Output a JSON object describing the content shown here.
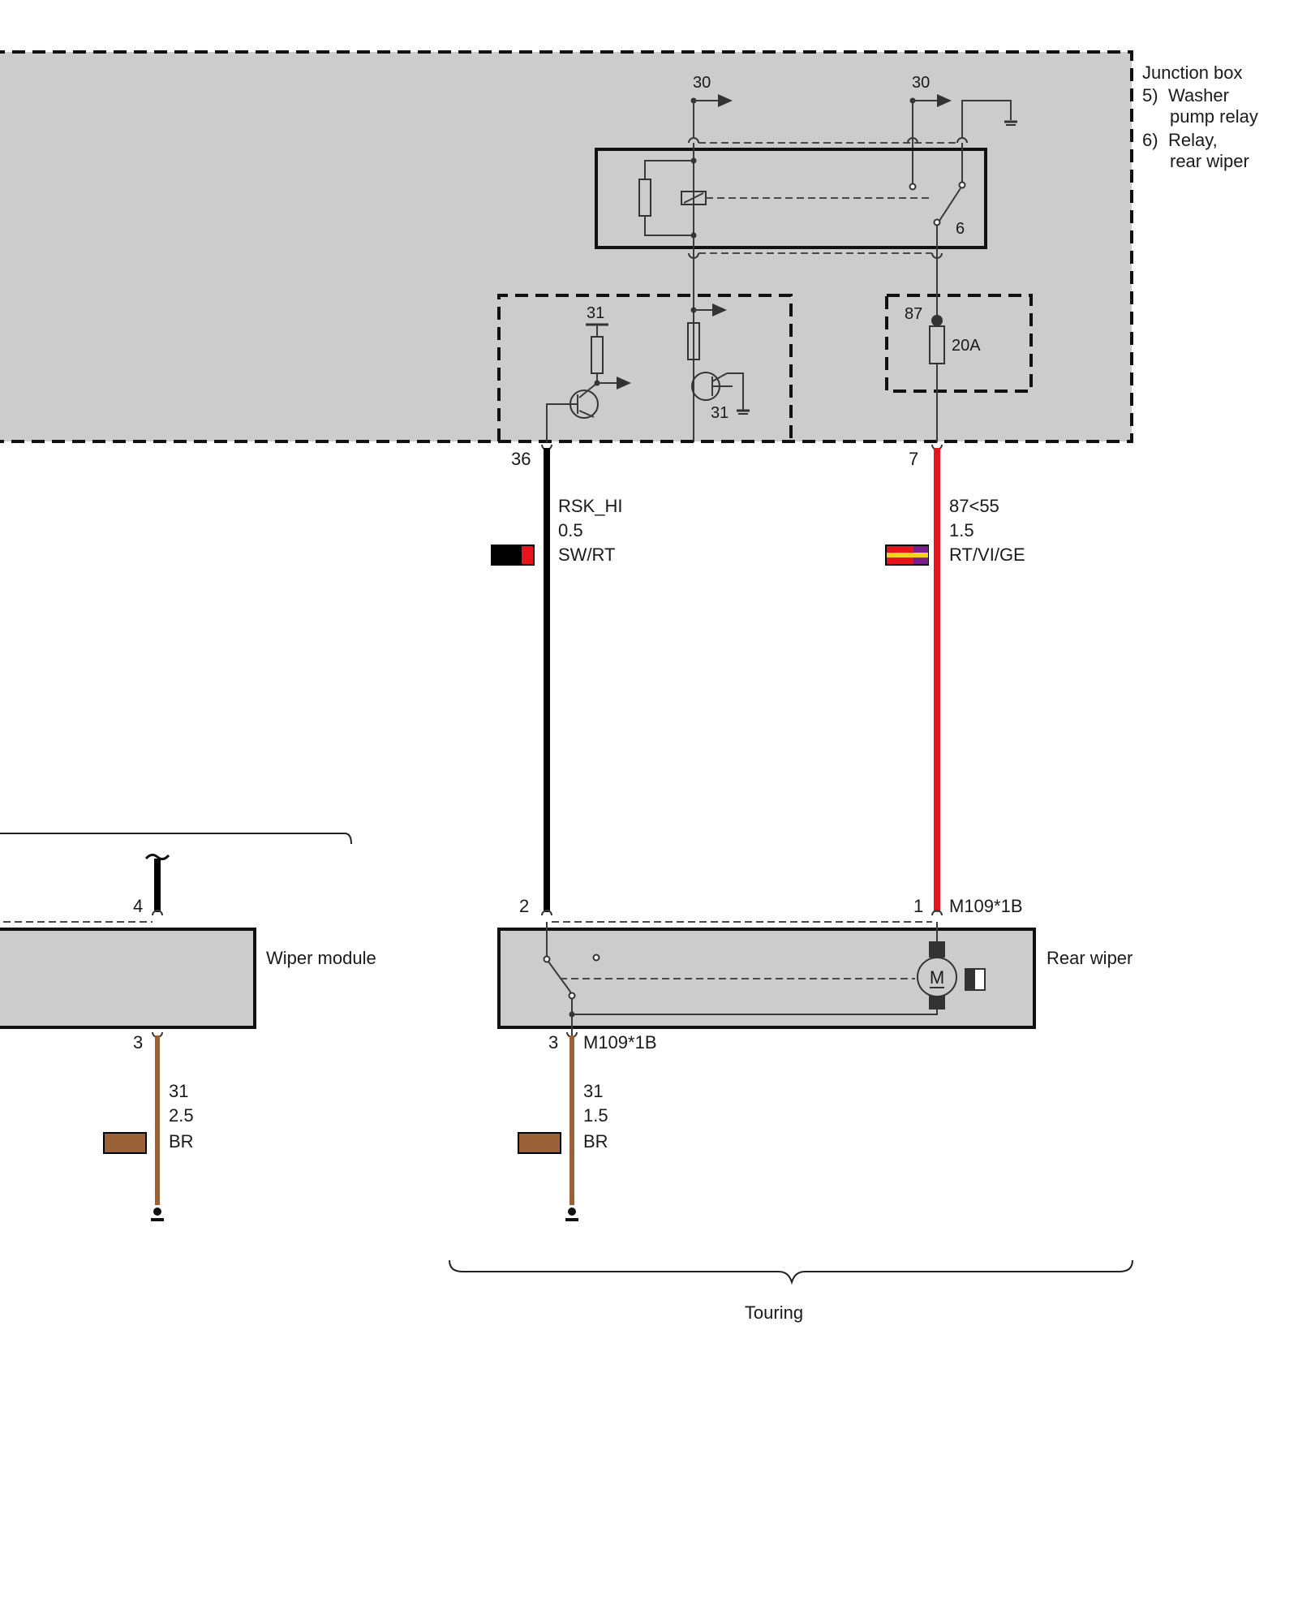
{
  "junction_box": {
    "title": "Junction box",
    "item5_num": "5)",
    "item5_line1": "Washer",
    "item5_line2": "pump relay",
    "item6_num": "6)",
    "item6_line1": "Relay,",
    "item6_line2": "rear wiper",
    "terminal_30_left": "30",
    "terminal_30_right": "30",
    "relay_pin": "6",
    "transistor_31_top": "31",
    "transistor_31_bottom": "31",
    "fuse_pin": "87",
    "fuse_rating": "20A"
  },
  "wires": {
    "rsk": {
      "pin_top": "36",
      "name": "RSK_HI",
      "gauge": "0.5",
      "color_code": "SW/RT",
      "pin_bottom": "2",
      "colors": [
        "#000000",
        "#e8141c"
      ]
    },
    "supply": {
      "pin_top": "7",
      "name": "87<55",
      "gauge": "1.5",
      "color_code": "RT/VI/GE",
      "pin_bottom": "1",
      "connector": "M109*1B",
      "colors": [
        "#e8141c",
        "#7a1f8c",
        "#f5d21e"
      ]
    },
    "wiper_ground": {
      "pin": "3",
      "name": "31",
      "gauge": "2.5",
      "color_code": "BR",
      "color": "#9a6236"
    },
    "rear_ground": {
      "pin": "3",
      "connector": "M109*1B",
      "name": "31",
      "gauge": "1.5",
      "color_code": "BR",
      "color": "#9a6236"
    }
  },
  "wiper_module": {
    "label": "Wiper module",
    "pin_top": "4"
  },
  "rear_wiper": {
    "label": "Rear wiper",
    "motor_symbol": "M"
  },
  "touring": {
    "label": "Touring"
  },
  "colors": {
    "panel_fill": "#cccccc",
    "wire_black": "#000000",
    "wire_red": "#e8141c",
    "wire_brown": "#9a6236"
  }
}
